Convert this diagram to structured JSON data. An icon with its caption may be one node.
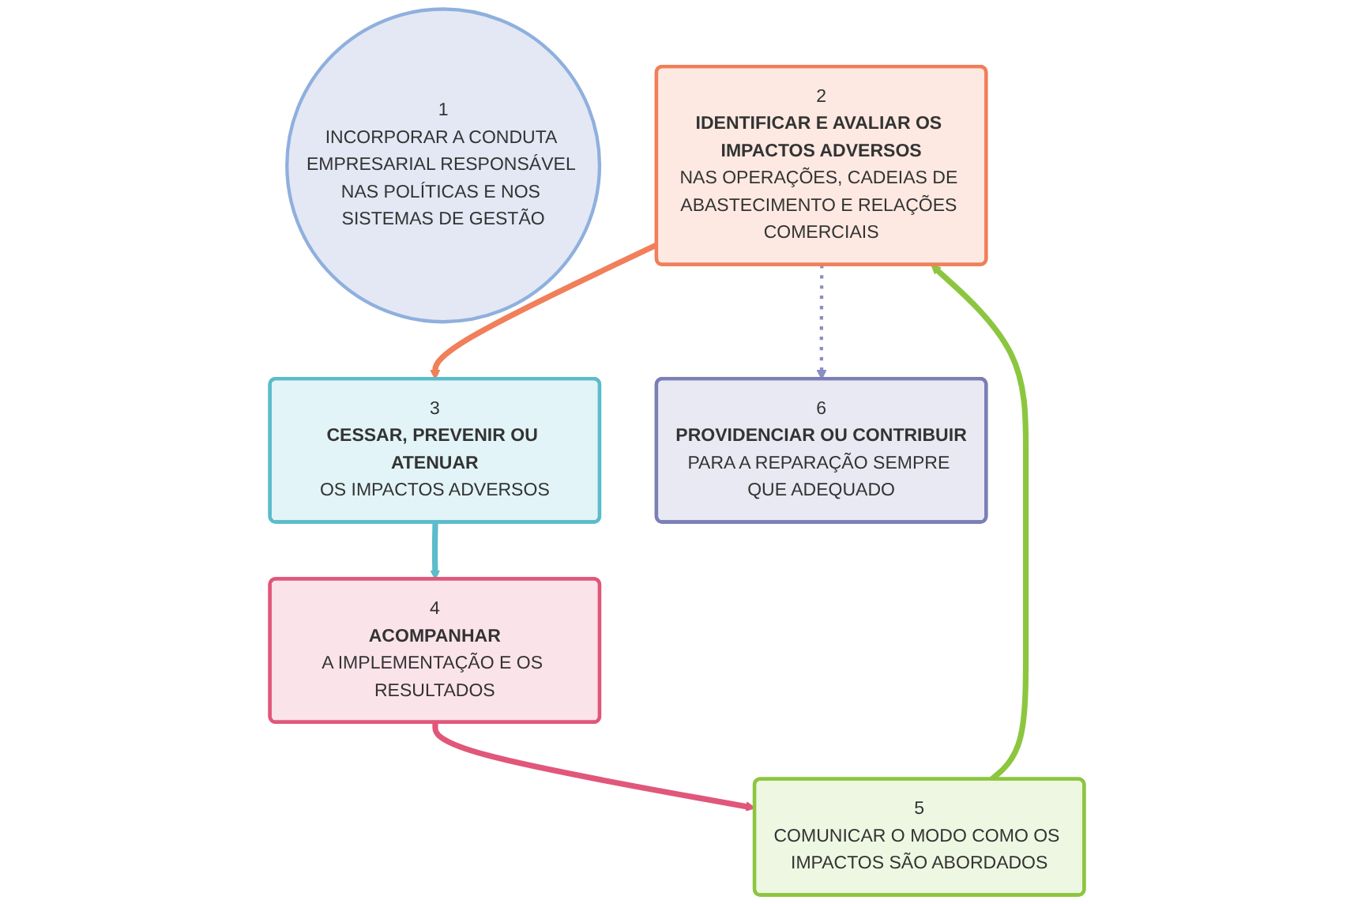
{
  "diagram": {
    "nodes": [
      {
        "text": [
          "1",
          "INCORPORAR A CONDUTA EMPRESARIAL RESPONSÁVEL NAS POLÍTICAS E NOS SISTEMAS DE GESTÃO"
        ]
      },
      {
        "text": [
          "2",
          "IDENTIFICAR E AVALIAR OS IMPACTOS ADVERSOS",
          "NAS OPERAÇÕES, CADEIAS DE ABASTECIMENTO E RELAÇÕES COMERCIAIS"
        ]
      },
      {
        "text": [
          "3",
          "CESSAR, PREVENIR OU ATENUAR",
          "OS IMPACTOS ADVERSOS"
        ]
      },
      {
        "text": [
          "4",
          "ACOMPANHAR",
          "A IMPLEMENTAÇÃO E OS RESULTADOS"
        ]
      },
      {
        "text": [
          "5",
          "COMUNICAR O MODO COMO OS IMPACTOS SÃO ABORDADOS"
        ]
      },
      {
        "text": [
          "6",
          "PROVIDENCIAR OU CONTRIBUIR",
          "PARA A REPARAÇÃO SEMPRE QUE ADEQUADO"
        ]
      }
    ],
    "edges": [
      {
        "from": 4,
        "to": 1,
        "arrow": "to",
        "color": "#8cc63f"
      },
      {
        "from": 1,
        "to": 2,
        "arrow": "to",
        "color": "#f07f5a"
      },
      {
        "from": 2,
        "to": 3,
        "arrow": "to",
        "color": "#5bbccb"
      },
      {
        "from": 3,
        "to": 4,
        "arrow": "to",
        "color": "#e0577a"
      },
      {
        "from": 1,
        "to": 5,
        "arrow": "to",
        "style": "dashed",
        "color": "#8a8fc0"
      }
    ]
  }
}
